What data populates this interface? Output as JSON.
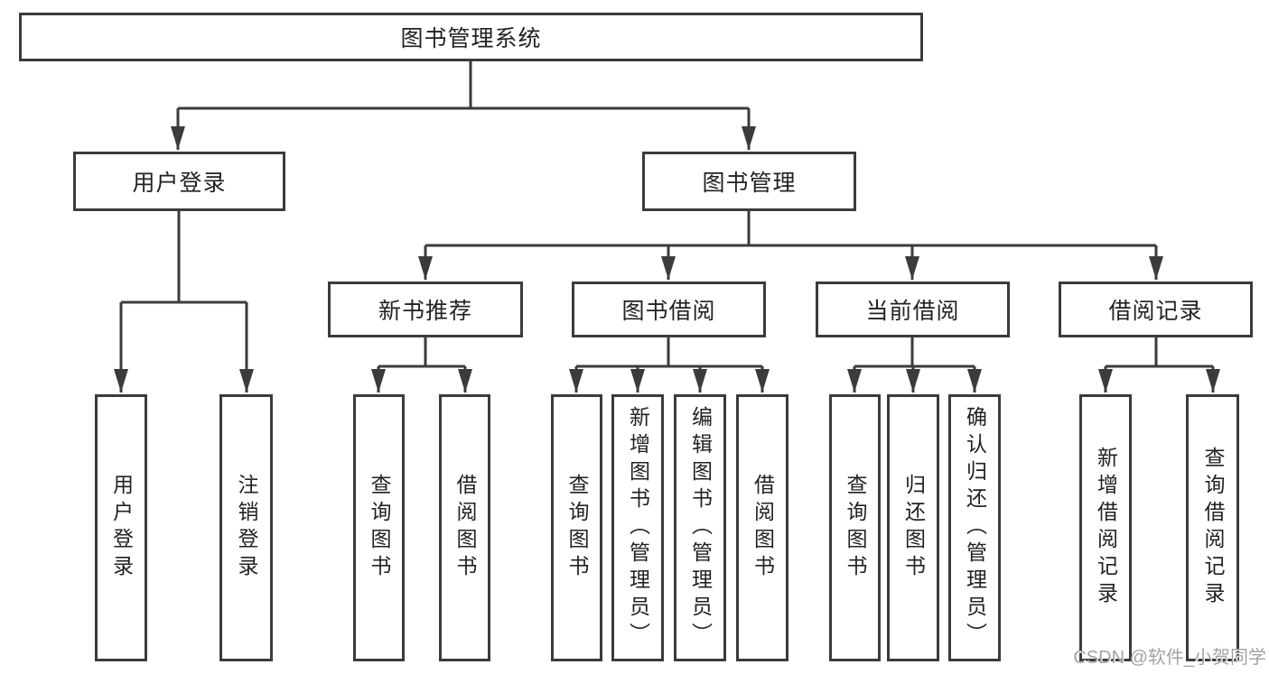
{
  "tree": {
    "label": "图书管理系统",
    "children": [
      {
        "label": "用户登录",
        "children": [
          {
            "label": "用户登录"
          },
          {
            "label": "注销登录"
          }
        ]
      },
      {
        "label": "图书管理",
        "children": [
          {
            "label": "新书推荐",
            "children": [
              {
                "label": "查询图书"
              },
              {
                "label": "借阅图书"
              }
            ]
          },
          {
            "label": "图书借阅",
            "children": [
              {
                "label": "查询图书"
              },
              {
                "label": "新增图书（管理员）"
              },
              {
                "label": "编辑图书（管理员）"
              },
              {
                "label": "借阅图书"
              }
            ]
          },
          {
            "label": "当前借阅",
            "children": [
              {
                "label": "查询图书"
              },
              {
                "label": "归还图书"
              },
              {
                "label": "确认归还（管理员）"
              }
            ]
          },
          {
            "label": "借阅记录",
            "children": [
              {
                "label": "新增借阅记录"
              },
              {
                "label": "查询借阅记录"
              }
            ]
          }
        ]
      }
    ]
  },
  "watermark": {
    "text": "CSDN @软件_小贺同学"
  },
  "colors": {
    "line": "#3b3b3b",
    "box_border": "#3b3b3b",
    "text": "#222222",
    "watermark": "#a3a3a3",
    "background": "#ffffff"
  }
}
